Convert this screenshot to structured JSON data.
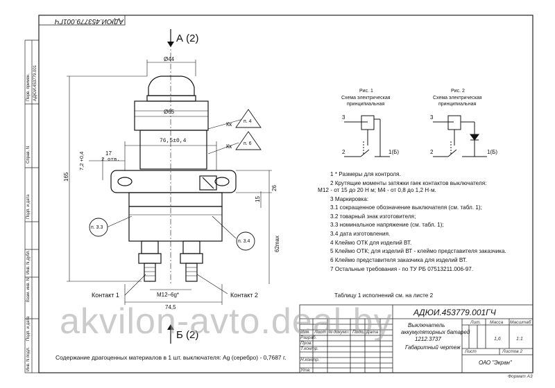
{
  "doc_code_rotated": "АДЮИ.453779.001ГЧ",
  "side_stamps": [
    "Перв. примен.",
    "АДЮИ.453779.001",
    "Справ. N",
    "Подп. и дата",
    "Инв. N дубл.",
    "Взам. инв. N",
    "Подп. и дата",
    "Инв. N подл."
  ],
  "view_top": "А (2)",
  "view_bottom": "Б (2)",
  "dims": {
    "d44": "Ø44",
    "d65": "Ø65",
    "d76": "76,5±0,4",
    "d17": "17",
    "holes": "2 отв.",
    "d72": "7,2 +0,4",
    "d165": "165",
    "d26": "26",
    "d15": "15",
    "d62": "62max",
    "m12": "M12–6g*",
    "d745": "74,5",
    "k1": "Кк",
    "k2": "Кк"
  },
  "callouts": {
    "p4": "п. 4",
    "p6": "п. 6",
    "p33": "п. 3.3",
    "p34": "п. 3.4"
  },
  "contacts": {
    "c1": "Контакт 1",
    "c2": "Контакт 2"
  },
  "fig1": {
    "title": "Рис. 1",
    "sub1": "Схема электрическая",
    "sub2": "принципиальная",
    "n3": "3",
    "n2": "2",
    "n1": "1(Б)"
  },
  "fig2": {
    "title": "Рис. 2",
    "sub1": "Схема электрическая",
    "sub2": "принципиальная",
    "n3": "3",
    "n2": "2",
    "n1": "1(Б)"
  },
  "notes": [
    "1 * Размеры для контроля.",
    "2 Крутящие моменты затяжки гаек контактов выключателя:",
    "M12 - от 15 до 20 Н м; M4 - от 0,8 до 1,2 Н·м.",
    "3 Маркировка:",
    "3.1 сокращенное обозначение выключателя (см. табл. 1);",
    "3.2 товарный знак изготовителя;",
    "3.3 номинальное напряжение (см. табл. 1);",
    "3.4 дата изготовления.",
    "4 Клеймо ОТК для изделий ВТ.",
    "5 Клеймо ОТК; для изделий ВТ - клеймо представителя заказчика.",
    "6 Клеймо представителя заказчика для изделий ВТ.",
    "7 Остальные требования - по  ТУ РБ 07513211.006-97."
  ],
  "table_ref": "Таблицу 1 исполнений см. на листе 2",
  "precious": "Содержание драгоценных материалов  в 1 шт. выключателя: Ag (серебро) - 0,7687 г.",
  "titleblock": {
    "code": "АДЮИ.453779.001ГЧ",
    "name1": "Выключатель",
    "name2": "аккумуляторных батарей",
    "name3": "1212.3737",
    "drawing": "Габаритный чертеж",
    "lit": "Лит.",
    "massa": "Масса",
    "masshtab": "Масштаб",
    "mass_val": "1,6",
    "scale_val": "1:1",
    "list": "Лист",
    "listov": "Листов 2",
    "org": "ОАО \"Экран\"",
    "rows": [
      "Изм.",
      "Лист",
      "N докум.",
      "Подп.",
      "Дата"
    ],
    "roles": [
      "Разраб.",
      "Пров.",
      "Т.контр.",
      "Н.контр.",
      "Утв."
    ],
    "format": "Формат  A3"
  },
  "watermark": "akvilon-avto.deal.by"
}
